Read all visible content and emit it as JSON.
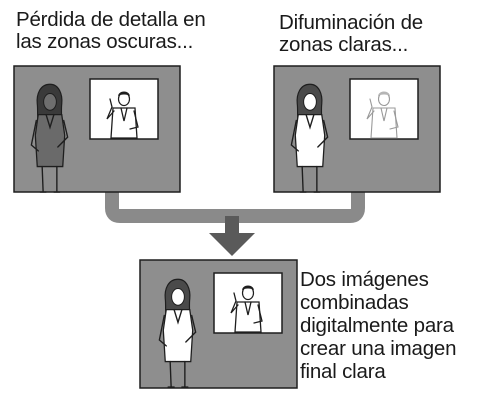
{
  "panels": {
    "dark": {
      "caption_lines": [
        "Pérdida de detalla en",
        "las zonas oscuras..."
      ]
    },
    "bright": {
      "caption_lines": [
        "Difuminación de",
        "zonas claras..."
      ]
    },
    "combined": {
      "caption_lines": [
        "Dos imágenes",
        "combinadas",
        "digitalmente para",
        "crear una imagen",
        "final clara"
      ]
    }
  },
  "colors": {
    "panel_gray": "#8e8e8e",
    "connector_gray": "#8a8a8a",
    "outline": "#1e1e1e",
    "faded_figure": "#9a9a9a"
  }
}
